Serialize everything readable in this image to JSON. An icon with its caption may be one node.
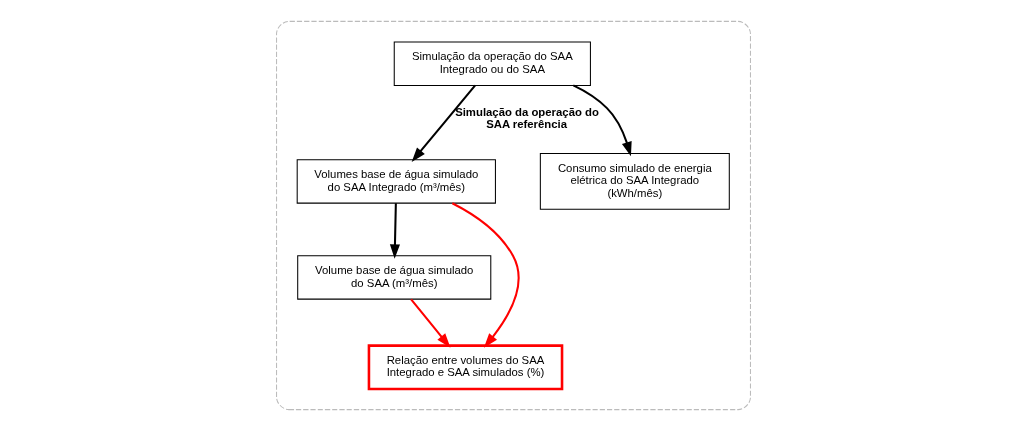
{
  "diagram": {
    "nodes": [
      {
        "text": [],
        "shape": "box"
      },
      {
        "text": [
          "Simulação da operação do SAA Integrado ou do SAA"
        ],
        "in": 0
      },
      {
        "text": [
          "Volumes base de água simulado do SAA Integrado (m³/mês)"
        ],
        "in": 0
      },
      {
        "text": [
          "Consumo simulado de energia elétrica do SAA Integrado (kWh/mês)"
        ],
        "in": 0
      },
      {
        "text": [
          "Volume base de água simulado do SAA (m³/mês)"
        ],
        "in": 0
      },
      {
        "text": [
          "Relação entre volumes do SAA Integrado e SAA simulados (%)"
        ],
        "in": 0
      }
    ],
    "edges": [
      {
        "from": 1,
        "to": 2,
        "arrow": "to",
        "label": "Simulação da operação do SAA referência"
      },
      {
        "from": 1,
        "to": 3,
        "arrow": "to"
      },
      {
        "from": 2,
        "to": 4,
        "arrow": "to"
      },
      {
        "from": 2,
        "to": 5,
        "arrow": "to",
        "color": "#ff0000"
      },
      {
        "from": 4,
        "to": 5,
        "arrow": "to",
        "color": "#ff0000"
      }
    ]
  }
}
